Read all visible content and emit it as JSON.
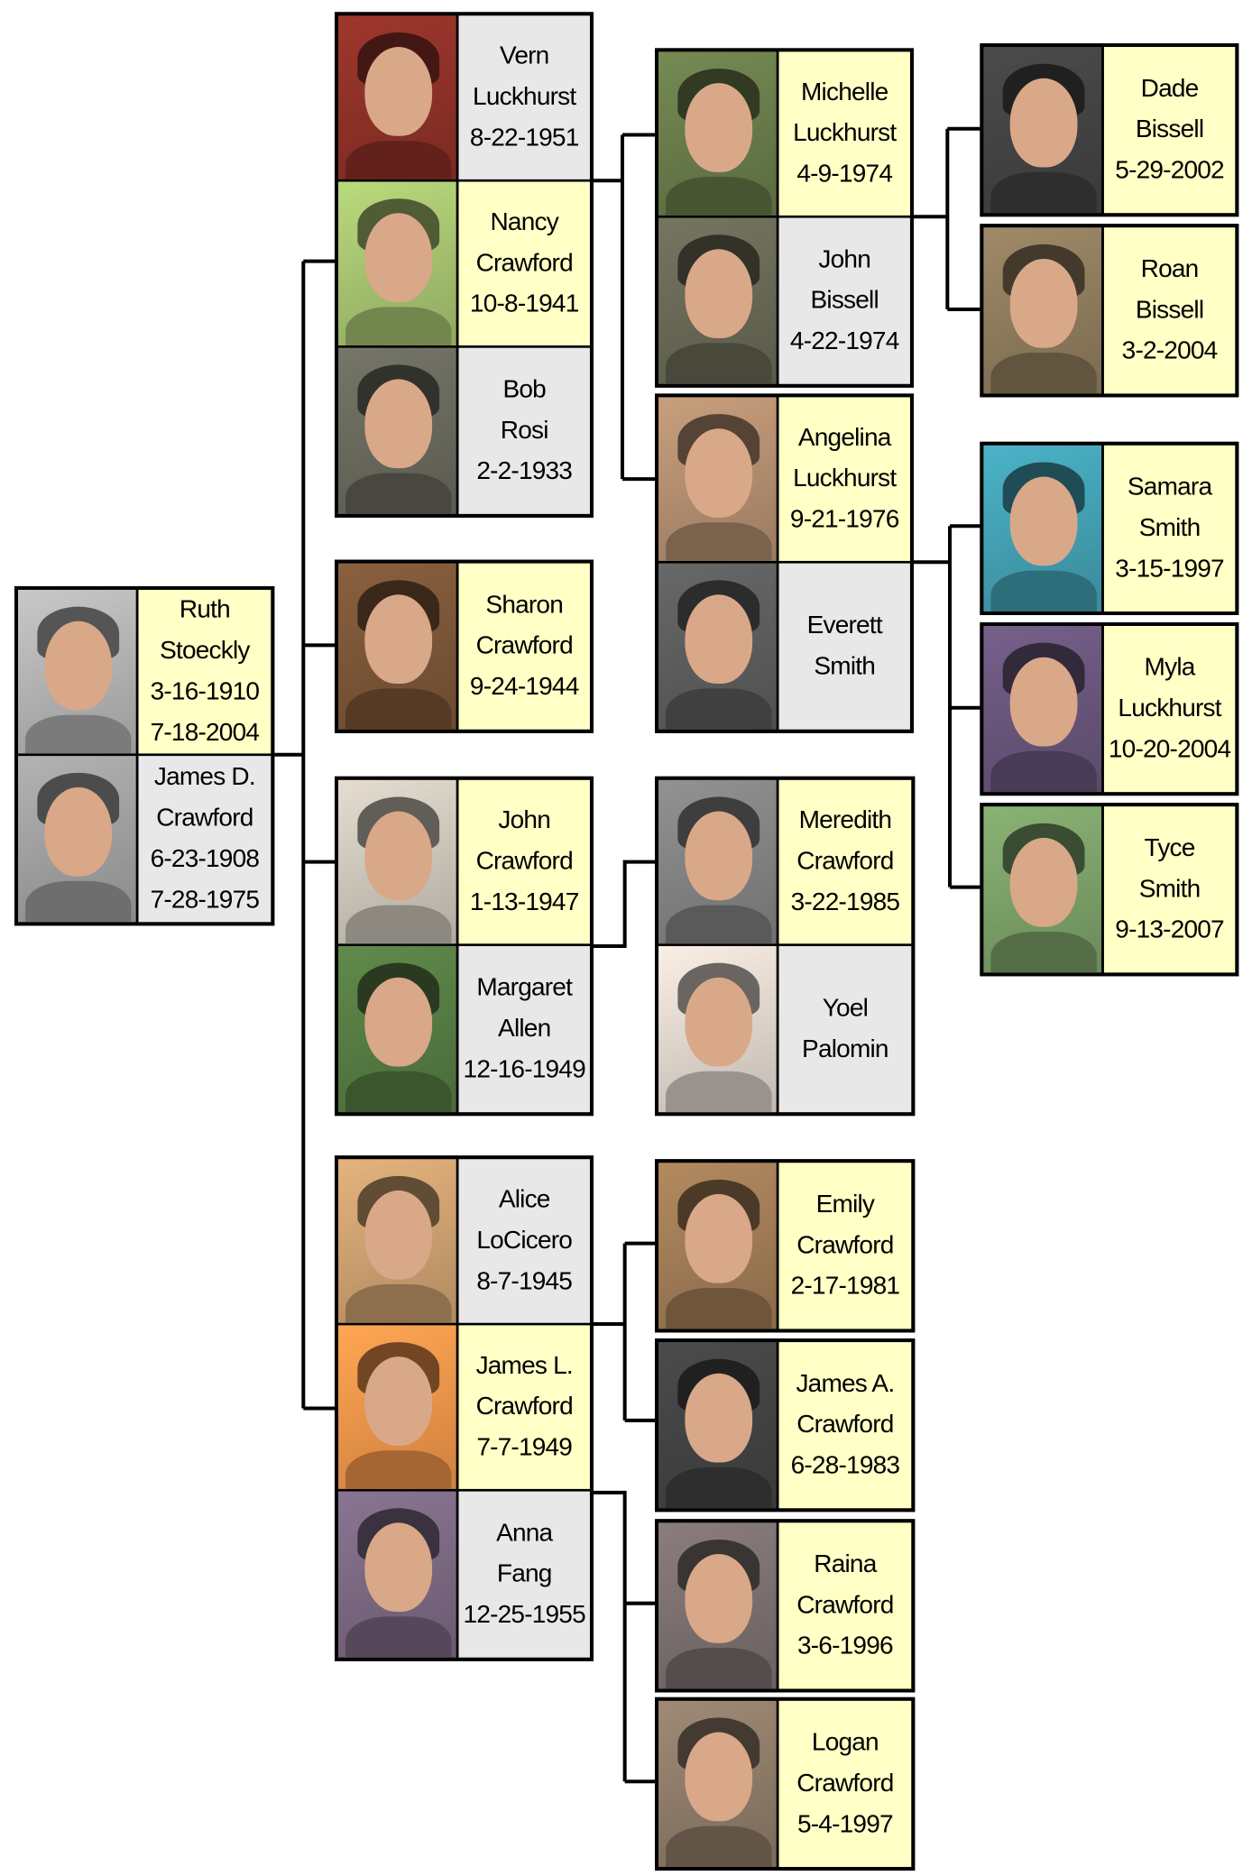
{
  "colors": {
    "descendant_bg": "#ffffc6",
    "spouse_bg": "#e8e8e8",
    "line": "#000000"
  },
  "people": [
    {
      "id": "ruth",
      "lines": [
        "Ruth",
        "Stoeckly",
        "3-16-1910",
        "7-18-2004"
      ],
      "type": "descendant",
      "photo_tone": "#9a9a9a"
    },
    {
      "id": "james_d",
      "lines": [
        "James D.",
        "Crawford",
        "6-23-1908",
        "7-28-1975"
      ],
      "type": "spouse",
      "photo_tone": "#8a8a8a"
    },
    {
      "id": "vern",
      "lines": [
        "Vern",
        "Luckhurst",
        "8-22-1951"
      ],
      "type": "spouse",
      "photo_tone": "#7a2a22"
    },
    {
      "id": "nancy",
      "lines": [
        "Nancy",
        "Crawford",
        "10-8-1941"
      ],
      "type": "descendant",
      "photo_tone": "#8fa860"
    },
    {
      "id": "bob",
      "lines": [
        "Bob",
        "Rosi",
        "2-2-1933"
      ],
      "type": "spouse",
      "photo_tone": "#5a5a50"
    },
    {
      "id": "sharon",
      "lines": [
        "Sharon",
        "Crawford",
        "9-24-1944"
      ],
      "type": "descendant",
      "photo_tone": "#6a4a30"
    },
    {
      "id": "john_c",
      "lines": [
        "John",
        "Crawford",
        "1-13-1947"
      ],
      "type": "descendant",
      "photo_tone": "#b0aaa0"
    },
    {
      "id": "margaret",
      "lines": [
        "Margaret",
        "Allen",
        "12-16-1949"
      ],
      "type": "spouse",
      "photo_tone": "#4a6a3a"
    },
    {
      "id": "alice",
      "lines": [
        "Alice",
        "LoCicero",
        "8-7-1945"
      ],
      "type": "spouse",
      "photo_tone": "#b08a60"
    },
    {
      "id": "james_l",
      "lines": [
        "James L.",
        "Crawford",
        "7-7-1949"
      ],
      "type": "descendant",
      "photo_tone": "#d08040"
    },
    {
      "id": "anna",
      "lines": [
        "Anna",
        "Fang",
        "12-25-1955"
      ],
      "type": "spouse",
      "photo_tone": "#6a5a70"
    },
    {
      "id": "michelle",
      "lines": [
        "Michelle",
        "Luckhurst",
        "4-9-1974"
      ],
      "type": "descendant",
      "photo_tone": "#5a6a40"
    },
    {
      "id": "john_b",
      "lines": [
        "John",
        "Bissell",
        "4-22-1974"
      ],
      "type": "spouse",
      "photo_tone": "#5a5a4a"
    },
    {
      "id": "angelina",
      "lines": [
        "Angelina",
        "Luckhurst",
        "9-21-1976"
      ],
      "type": "descendant",
      "photo_tone": "#9a7a60"
    },
    {
      "id": "everett",
      "lines": [
        "Everett",
        "Smith"
      ],
      "type": "spouse",
      "photo_tone": "#505050"
    },
    {
      "id": "meredith",
      "lines": [
        "Meredith",
        "Crawford",
        "3-22-1985"
      ],
      "type": "descendant",
      "photo_tone": "#707070"
    },
    {
      "id": "yoel",
      "lines": [
        "Yoel",
        "Palomin"
      ],
      "type": "spouse",
      "photo_tone": "#c0b8b0"
    },
    {
      "id": "emily",
      "lines": [
        "Emily",
        "Crawford",
        "2-17-1981"
      ],
      "type": "descendant",
      "photo_tone": "#8a6a4a"
    },
    {
      "id": "james_a",
      "lines": [
        "James A.",
        "Crawford",
        "6-28-1983"
      ],
      "type": "descendant",
      "photo_tone": "#3a3a3a"
    },
    {
      "id": "raina",
      "lines": [
        "Raina",
        "Crawford",
        "3-6-1996"
      ],
      "type": "descendant",
      "photo_tone": "#6a6060"
    },
    {
      "id": "logan",
      "lines": [
        "Logan",
        "Crawford",
        "5-4-1997"
      ],
      "type": "descendant",
      "photo_tone": "#7a6a5a"
    },
    {
      "id": "dade",
      "lines": [
        "Dade",
        "Bissell",
        "5-29-2002"
      ],
      "type": "descendant",
      "photo_tone": "#3a3a3a"
    },
    {
      "id": "roan",
      "lines": [
        "Roan",
        "Bissell",
        "3-2-2004"
      ],
      "type": "descendant",
      "photo_tone": "#7a6a50"
    },
    {
      "id": "samara",
      "lines": [
        "Samara",
        "Smith",
        "3-15-1997"
      ],
      "type": "descendant",
      "photo_tone": "#3a8a9a"
    },
    {
      "id": "myla",
      "lines": [
        "Myla",
        "Luckhurst",
        "10-20-2004"
      ],
      "type": "descendant",
      "photo_tone": "#5a4a6a"
    },
    {
      "id": "tyce",
      "lines": [
        "Tyce",
        "Smith",
        "9-13-2007"
      ],
      "type": "descendant",
      "photo_tone": "#6a8a5a"
    }
  ]
}
